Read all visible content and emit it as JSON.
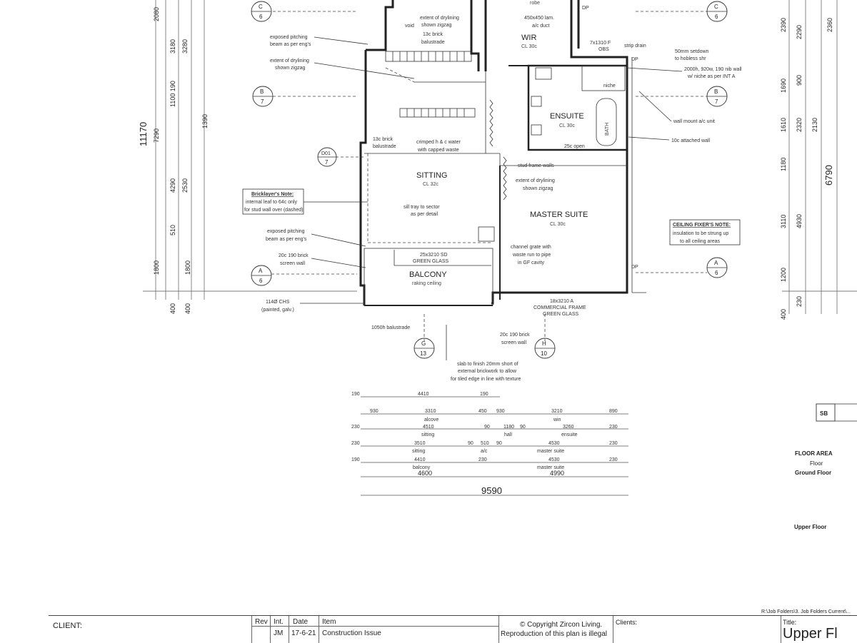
{
  "rooms": {
    "sitting": "SITTING",
    "sitting_cl": "CL 32c",
    "master": "MASTER SUITE",
    "master_cl": "CL 30c",
    "ensuite": "ENSUITE",
    "ensuite_cl": "CL 30c",
    "wir": "WIR",
    "wir_cl": "CL 30c",
    "balcony": "BALCONY",
    "balcony_cl": "raking ceiling",
    "bath": "BATH",
    "robe": "robe"
  },
  "notes": {
    "exposed_pitching_1a": "exposed pitching",
    "exposed_pitching_1b": "beam as per eng's",
    "drylining_1a": "extent of drylining",
    "drylining_1b": "shown zigzag",
    "drylining_top_a": "extent of drylining",
    "drylining_top_b": "shown zigzag",
    "balustrade_13c": "13c brick",
    "balustrade_13c_b": "balustrade",
    "balustrade_13c_2": "13c brick",
    "balustrade_13c_2b": "balustrade",
    "void": "void",
    "crimped_a": "crimped h & c water",
    "crimped_b": "with capped waste",
    "stud_frame": "stud frame walls",
    "drylining_2a": "extent of drylining",
    "drylining_2b": "shown zigzag",
    "bricklayer_title": "Bricklayer's Note:",
    "bricklayer_a": "internal leaf to 64c only",
    "bricklayer_b": "for stud wall over (dashed)",
    "sill_tray_a": "sill tray to sector",
    "sill_tray_b": "as per detail",
    "exposed_pitching_2a": "exposed pitching",
    "exposed_pitching_2b": "beam as per eng's",
    "brick_screen_a": "20c 190 brick",
    "brick_screen_b": "screen wall",
    "chs_a": "114Ø CHS",
    "chs_b": "(painted, galv.)",
    "channel_a": "channel grate with",
    "channel_b": "waste run to pipe",
    "channel_c": "in GF cavity",
    "sd_a": "25x3210 SD",
    "sd_b": "GREEN GLASS",
    "comm_a": "18x3210 A",
    "comm_b": "COMMERCIAL FRAME",
    "comm_c": "GREEN GLASS",
    "balustrade_1050": "1050h balustrade",
    "brick_screen_2a": "20c 190 brick",
    "brick_screen_2b": "screen wall",
    "slab_a": "slab to finish 20mm short of",
    "slab_b": "external brickwork to allow",
    "slab_c": "for tiled edge in line with texture",
    "ac_duct_a": "450x450 lam.",
    "ac_duct_b": "a/c duct",
    "window_7x1310": "7x1310 F",
    "obs": "OBS",
    "strip_drain": "strip drain",
    "setdown_a": "50mm setdown",
    "setdown_b": "to hobless shr",
    "nib_a": "2000h, 920w, 190 nib wall",
    "nib_b": "w/ niche as per INT A",
    "wall_ac": "wall mount a/c unit",
    "attached_wall": "10c attached wall",
    "ceiling_title": "CEILING FIXER'S NOTE:",
    "ceiling_a": "insulation to be strung up",
    "ceiling_b": "to all ceiling areas",
    "opening_25c": "25c open",
    "niche": "niche",
    "dp": "DP"
  },
  "section_markers": [
    {
      "letter": "C",
      "num": "6"
    },
    {
      "letter": "C",
      "num": "6"
    },
    {
      "letter": "B",
      "num": "7"
    },
    {
      "letter": "B",
      "num": "7"
    },
    {
      "letter": "D01",
      "num": "7"
    },
    {
      "letter": "A",
      "num": "6"
    },
    {
      "letter": "A",
      "num": "6"
    },
    {
      "letter": "G",
      "num": "13"
    },
    {
      "letter": "H",
      "num": "10"
    }
  ],
  "overall_dims": {
    "height": "11170",
    "sub_height": "7290",
    "total_width": "9590",
    "left_width": "4600",
    "right_width": "4990",
    "right_height": "6790",
    "right_total": "2360"
  },
  "dim_rows": [
    [
      "190",
      "4410",
      "190"
    ],
    [
      "930",
      "3310",
      "450",
      "930",
      "3210",
      "890"
    ],
    [
      "230",
      "4510",
      "90",
      "1180",
      "90",
      "3260",
      "230"
    ],
    [
      "230",
      "3510",
      "90",
      "510",
      "90",
      "4530",
      "230"
    ],
    [
      "190",
      "4410",
      "230",
      "4530",
      "230"
    ]
  ],
  "dim_row_labels": [
    [
      "",
      "",
      ""
    ],
    [
      "",
      "alcove",
      "",
      "",
      "win",
      ""
    ],
    [
      "",
      "sitting",
      "",
      "hall",
      "",
      "ensuite",
      ""
    ],
    [
      "",
      "sitting",
      "",
      "a/c",
      "",
      "master suite",
      ""
    ],
    [
      "",
      "balcony",
      "",
      "master suite",
      ""
    ]
  ],
  "left_dims": [
    "2080",
    "3180",
    "3280",
    "1100 190",
    "1390",
    "4290",
    "2530",
    "510",
    "1800",
    "1800",
    "400",
    "400"
  ],
  "right_dims": [
    "2390",
    "2290",
    "1690",
    "900",
    "1610",
    "2320",
    "2130",
    "1180",
    "3110",
    "4930",
    "1200",
    "400",
    "230"
  ],
  "legend": {
    "sb": "SB",
    "floor_area": "FLOOR AREA",
    "floor": "Floor",
    "ground_floor": "Ground Floor",
    "upper_floor": "Upper Floor"
  },
  "title_block": {
    "client_label": "CLIENT:",
    "rev_h": "Rev",
    "int_h": "Int.",
    "date_h": "Date",
    "item_h": "Item",
    "rev_int": "JM",
    "rev_date": "17-6-21",
    "rev_item": "Construction Issue",
    "copyright_a": "© Copyright Zircon Living.",
    "copyright_b": "Reproduction of this plan is illegal",
    "clients_label": "Clients:",
    "title_label": "Title:",
    "title_value": "Upper Fl",
    "path": "R:\\Job Folders\\3. Job Folders Current\\..."
  }
}
